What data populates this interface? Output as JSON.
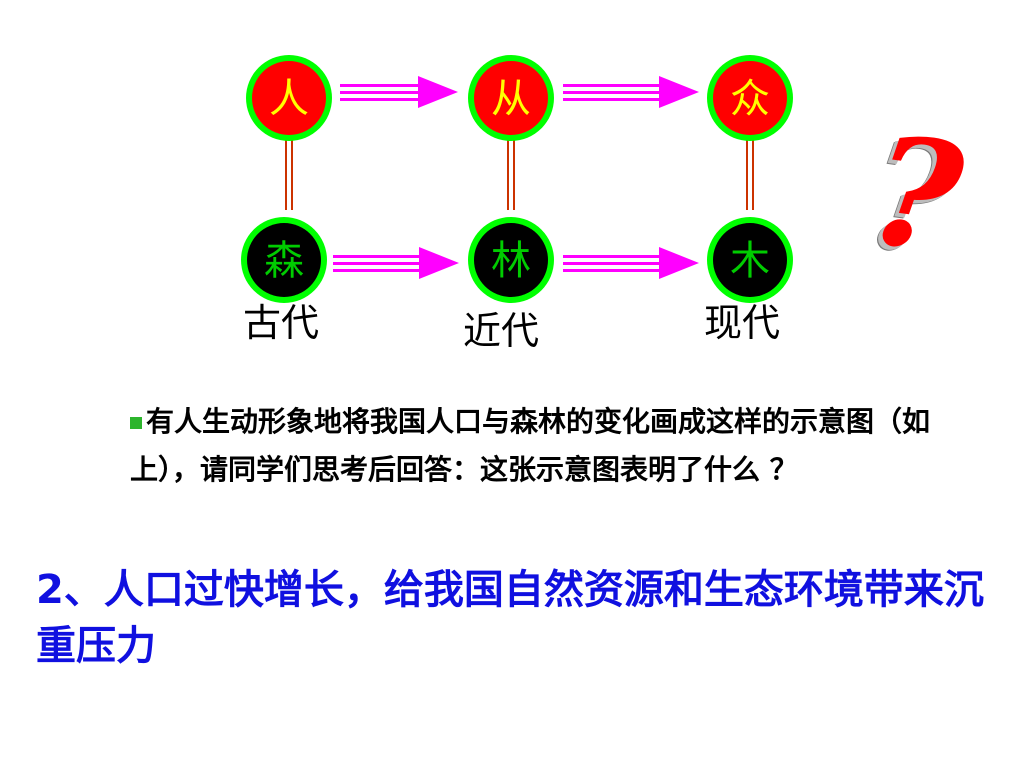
{
  "diagram": {
    "top_row": [
      "人",
      "从",
      "众"
    ],
    "bottom_row": [
      "森",
      "林",
      "木"
    ],
    "eras": [
      "古代",
      "近代",
      "现代"
    ],
    "question_mark": "?",
    "colors": {
      "top_fill": "#ff0000",
      "top_text": "#ffff00",
      "bottom_fill": "#000000",
      "bottom_text": "#00cc00",
      "ring": "#00ff00",
      "arrow": "#ff00ff",
      "connector": "#cc3300"
    }
  },
  "question": "有人生动形象地将我国人口与森林的变化画成这样的示意图（如上），请同学们思考后回答：这张示意图表明了什么 ？",
  "answer": "2、人口过快增长，给我国自然资源和生态环境带来沉重压力"
}
